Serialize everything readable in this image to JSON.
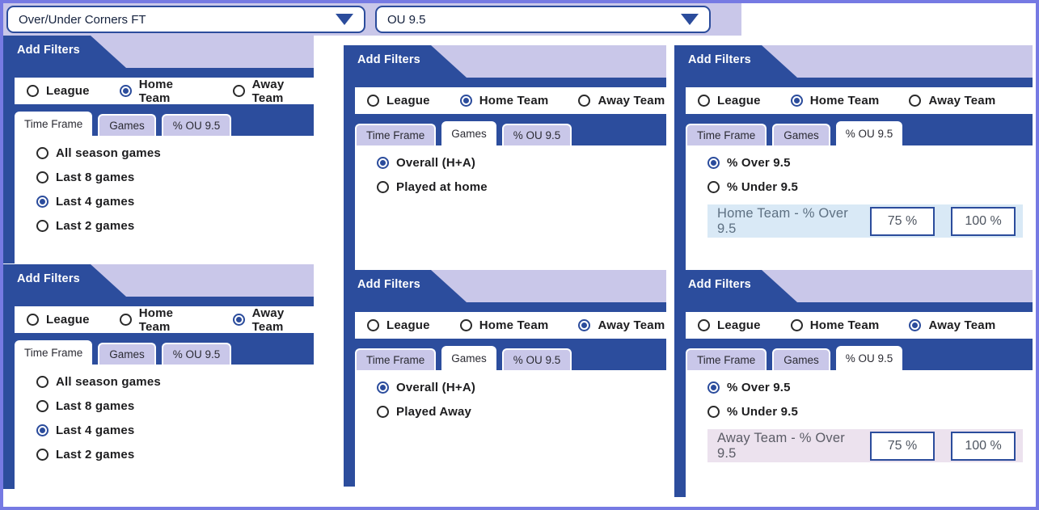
{
  "topbar": {
    "market_dropdown": {
      "value": "Over/Under Corners FT"
    },
    "line_dropdown": {
      "value": "OU 9.5"
    }
  },
  "colors": {
    "accent_blue": "#2c4d9d",
    "lavender": "#c9c7e9",
    "frame_purple": "#767ae3",
    "home_row_bg": "#d9e9f6",
    "away_row_bg": "#ece2ee"
  },
  "panels": [
    {
      "header": "Add Filters",
      "scope": [
        {
          "label": "League",
          "selected": false
        },
        {
          "label": "Home Team",
          "selected": true
        },
        {
          "label": "Away Team",
          "selected": false
        }
      ],
      "tabs": [
        {
          "label": "Time Frame",
          "active": true
        },
        {
          "label": "Games",
          "active": false
        },
        {
          "label": "% OU 9.5",
          "active": false
        }
      ],
      "options": [
        {
          "label": "All season games",
          "selected": false
        },
        {
          "label": "Last 8 games",
          "selected": false
        },
        {
          "label": "Last 4 games",
          "selected": true
        },
        {
          "label": "Last 2 games",
          "selected": false
        }
      ]
    },
    {
      "header": "Add Filters",
      "scope": [
        {
          "label": "League",
          "selected": false
        },
        {
          "label": "Home Team",
          "selected": true
        },
        {
          "label": "Away Team",
          "selected": false
        }
      ],
      "tabs": [
        {
          "label": "Time Frame",
          "active": false
        },
        {
          "label": "Games",
          "active": true
        },
        {
          "label": "% OU 9.5",
          "active": false
        }
      ],
      "options": [
        {
          "label": "Overall (H+A)",
          "selected": true
        },
        {
          "label": "Played at home",
          "selected": false
        }
      ]
    },
    {
      "header": "Add Filters",
      "scope": [
        {
          "label": "League",
          "selected": false
        },
        {
          "label": "Home Team",
          "selected": true
        },
        {
          "label": "Away Team",
          "selected": false
        }
      ],
      "tabs": [
        {
          "label": "Time Frame",
          "active": false
        },
        {
          "label": "Games",
          "active": false
        },
        {
          "label": "% OU 9.5",
          "active": true
        }
      ],
      "options": [
        {
          "label": "% Over 9.5",
          "selected": true
        },
        {
          "label": "% Under 9.5",
          "selected": false
        }
      ],
      "range": {
        "label": "Home Team - % Over 9.5",
        "min": "75 %",
        "max": "100 %"
      }
    },
    {
      "header": "Add Filters",
      "scope": [
        {
          "label": "League",
          "selected": false
        },
        {
          "label": "Home Team",
          "selected": false
        },
        {
          "label": "Away Team",
          "selected": true
        }
      ],
      "tabs": [
        {
          "label": "Time Frame",
          "active": true
        },
        {
          "label": "Games",
          "active": false
        },
        {
          "label": "% OU 9.5",
          "active": false
        }
      ],
      "options": [
        {
          "label": "All season games",
          "selected": false
        },
        {
          "label": "Last 8 games",
          "selected": false
        },
        {
          "label": "Last 4 games",
          "selected": true
        },
        {
          "label": "Last 2 games",
          "selected": false
        }
      ]
    },
    {
      "header": "Add Filters",
      "scope": [
        {
          "label": "League",
          "selected": false
        },
        {
          "label": "Home Team",
          "selected": false
        },
        {
          "label": "Away Team",
          "selected": true
        }
      ],
      "tabs": [
        {
          "label": "Time Frame",
          "active": false
        },
        {
          "label": "Games",
          "active": true
        },
        {
          "label": "% OU 9.5",
          "active": false
        }
      ],
      "options": [
        {
          "label": "Overall (H+A)",
          "selected": true
        },
        {
          "label": "Played Away",
          "selected": false
        }
      ]
    },
    {
      "header": "Add Filters",
      "scope": [
        {
          "label": "League",
          "selected": false
        },
        {
          "label": "Home Team",
          "selected": false
        },
        {
          "label": "Away Team",
          "selected": true
        }
      ],
      "tabs": [
        {
          "label": "Time Frame",
          "active": false
        },
        {
          "label": "Games",
          "active": false
        },
        {
          "label": "% OU 9.5",
          "active": true
        }
      ],
      "options": [
        {
          "label": "% Over 9.5",
          "selected": true
        },
        {
          "label": "% Under 9.5",
          "selected": false
        }
      ],
      "range": {
        "label": "Away Team - % Over 9.5",
        "min": "75 %",
        "max": "100 %"
      }
    }
  ]
}
